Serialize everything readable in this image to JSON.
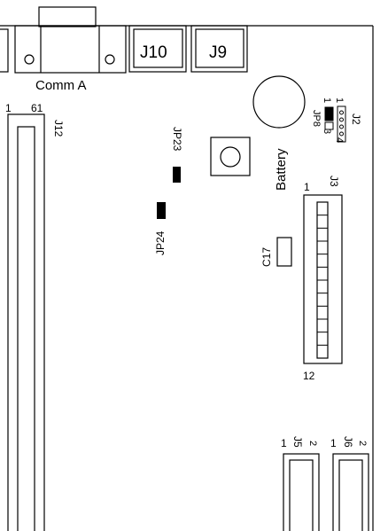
{
  "labels": {
    "comm_a": "Comm A",
    "j10": "J10",
    "j9": "J9",
    "j12": "J12",
    "j12_pin1": "1",
    "j12_pin61": "61",
    "jp23": "JP23",
    "jp24": "JP24",
    "battery": "Battery",
    "jp8": "JP8",
    "jp8_pin1": "1",
    "jp8_pin3": "3",
    "j2": "J2",
    "j2_pin1": "1",
    "j2_pin4": "4",
    "j3": "J3",
    "j3_pin1": "1",
    "j3_pin12": "12",
    "c17": "C17",
    "j5": "J5",
    "j5_pin1": "1",
    "j5_pin2": "2",
    "j6": "J6",
    "j6_pin1": "1",
    "j6_pin2": "2"
  }
}
